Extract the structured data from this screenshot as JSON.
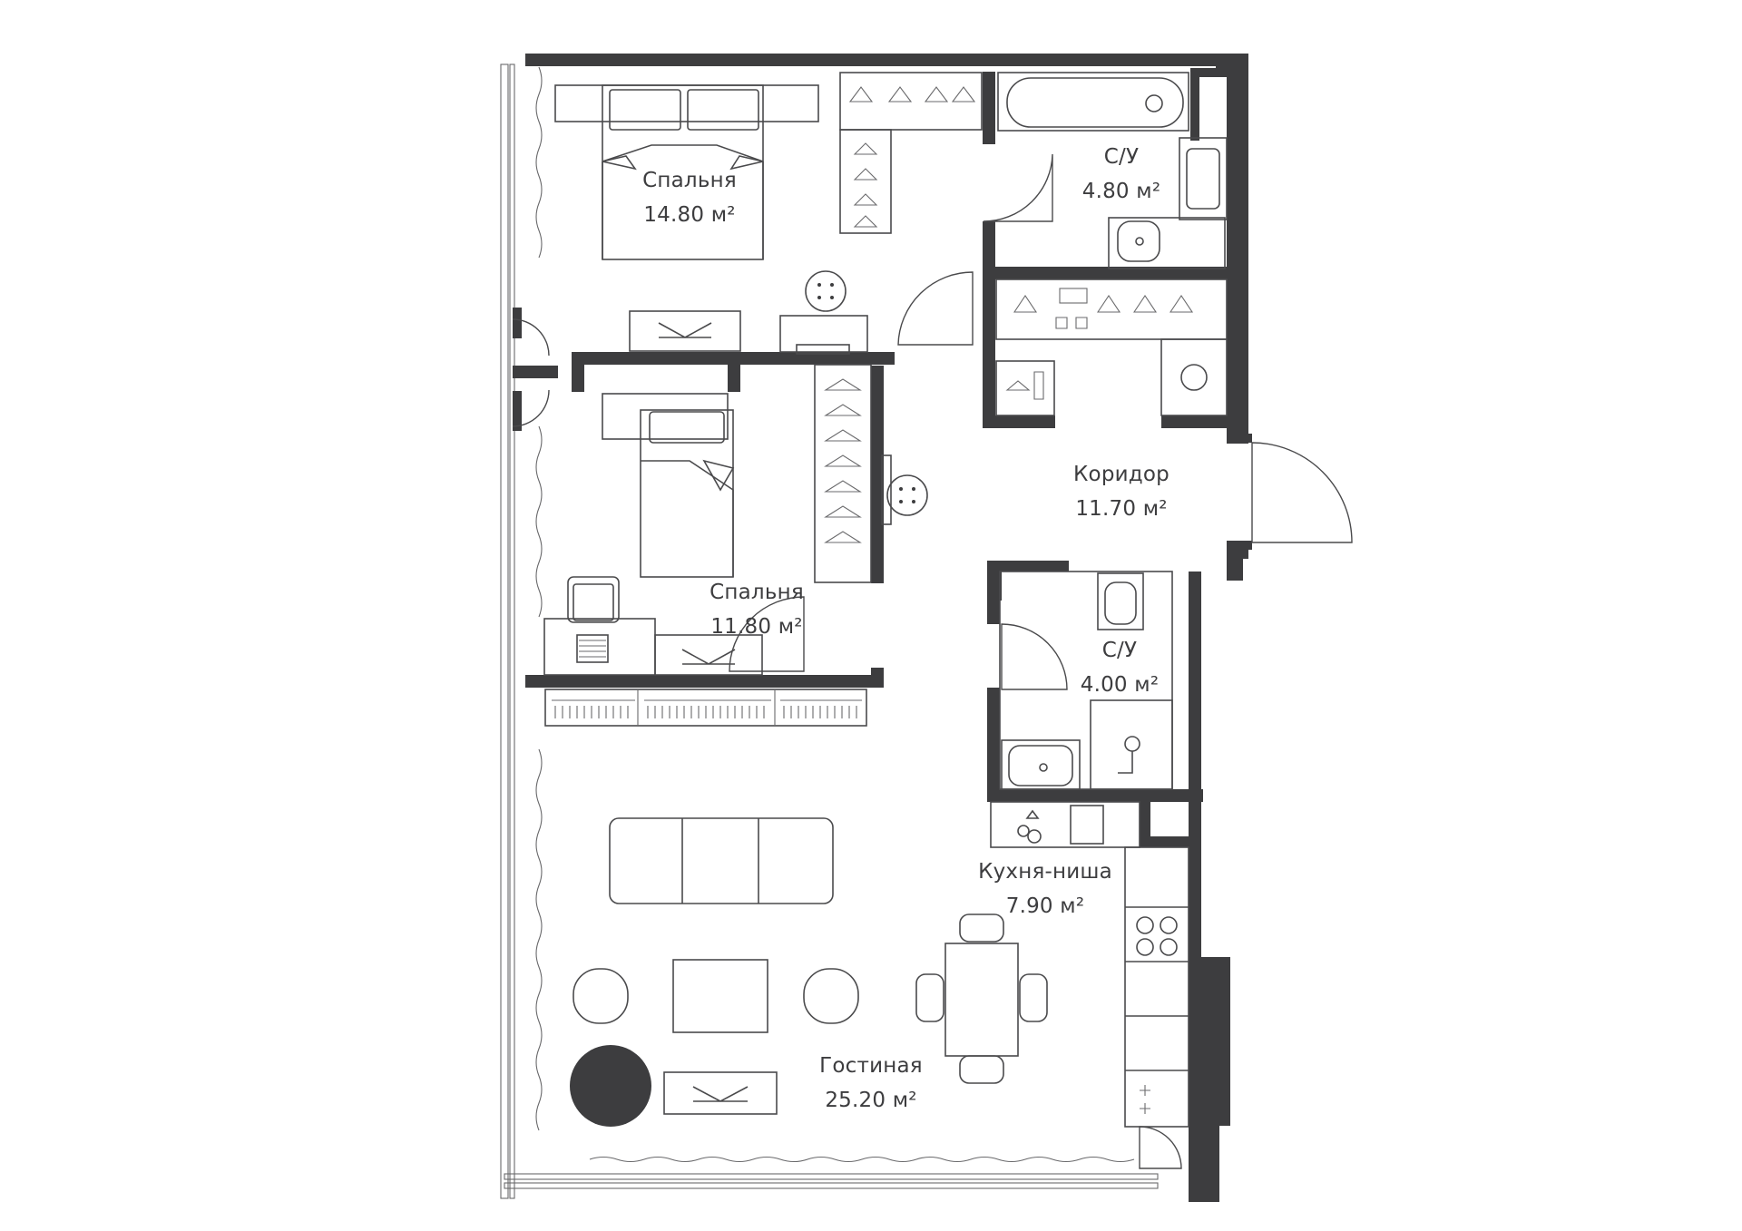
{
  "rooms": {
    "bedroom1": {
      "name": "Спальня",
      "area": "14.80",
      "unit": "м²"
    },
    "bathroom1": {
      "name": "С/У",
      "area": "4.80",
      "unit": "м²"
    },
    "corridor": {
      "name": "Коридор",
      "area": "11.70",
      "unit": "м²"
    },
    "bedroom2": {
      "name": "Спальня",
      "area": "11.80",
      "unit": "м²"
    },
    "bathroom2": {
      "name": "С/У",
      "area": "4.00",
      "unit": "м²"
    },
    "kitchen": {
      "name": "Кухня-ниша",
      "area": "7.90",
      "unit": "м²"
    },
    "living": {
      "name": "Гостиная",
      "area": "25.20",
      "unit": "м²"
    }
  },
  "colors": {
    "wall": "#3d3d3f",
    "line": "#4a4a4c",
    "background": "#ffffff"
  }
}
